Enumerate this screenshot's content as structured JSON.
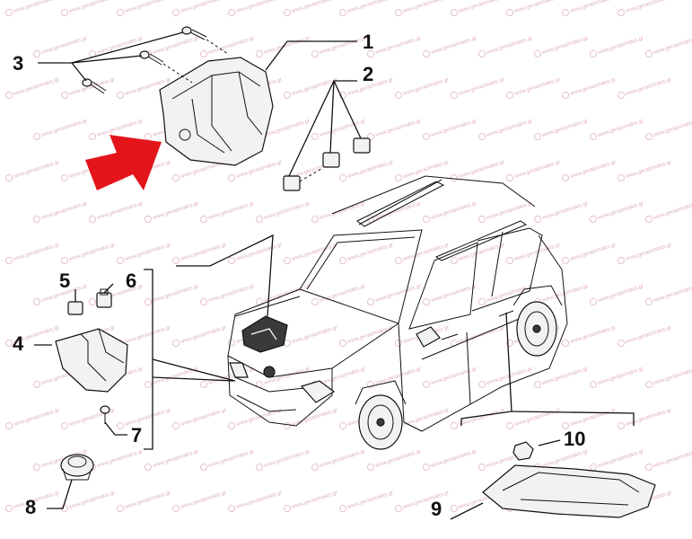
{
  "diagram": {
    "callouts": [
      {
        "id": "1",
        "label": "1"
      },
      {
        "id": "2",
        "label": "2"
      },
      {
        "id": "3",
        "label": "3"
      },
      {
        "id": "4",
        "label": "4"
      },
      {
        "id": "5",
        "label": "5"
      },
      {
        "id": "6",
        "label": "6"
      },
      {
        "id": "7",
        "label": "7"
      },
      {
        "id": "8",
        "label": "8"
      },
      {
        "id": "9",
        "label": "9"
      },
      {
        "id": "10",
        "label": "10"
      }
    ],
    "watermark": {
      "text": "www.gerasimakis.gr",
      "color": "#c76b8f"
    },
    "colors": {
      "arrow": "#e3151b",
      "line": "#111111"
    }
  }
}
